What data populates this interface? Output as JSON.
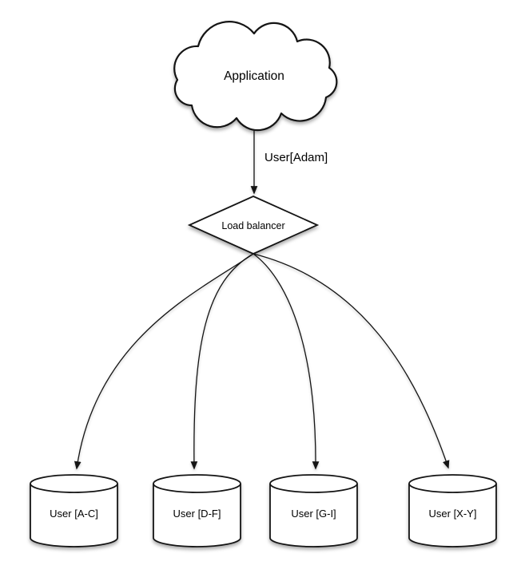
{
  "diagram": {
    "colors": {
      "background": "#ffffff",
      "stroke": "#141414",
      "shape_fill": "#ffffff",
      "text": "#000000"
    },
    "nodes": {
      "application": {
        "label": "Application",
        "shape": "cloud"
      },
      "load_balancer": {
        "label": "Load balancer",
        "shape": "diamond"
      },
      "shards": [
        {
          "label": "User [A-C]",
          "shape": "cylinder"
        },
        {
          "label": "User [D-F]",
          "shape": "cylinder"
        },
        {
          "label": "User [G-I]",
          "shape": "cylinder"
        },
        {
          "label": "User [X-Y]",
          "shape": "cylinder"
        }
      ]
    },
    "edges": [
      {
        "from": "application",
        "to": "load_balancer",
        "label": "User[Adam]"
      },
      {
        "from": "load_balancer",
        "to": "shards.0",
        "label": ""
      },
      {
        "from": "load_balancer",
        "to": "shards.1",
        "label": ""
      },
      {
        "from": "load_balancer",
        "to": "shards.2",
        "label": ""
      },
      {
        "from": "load_balancer",
        "to": "shards.3",
        "label": ""
      }
    ]
  }
}
